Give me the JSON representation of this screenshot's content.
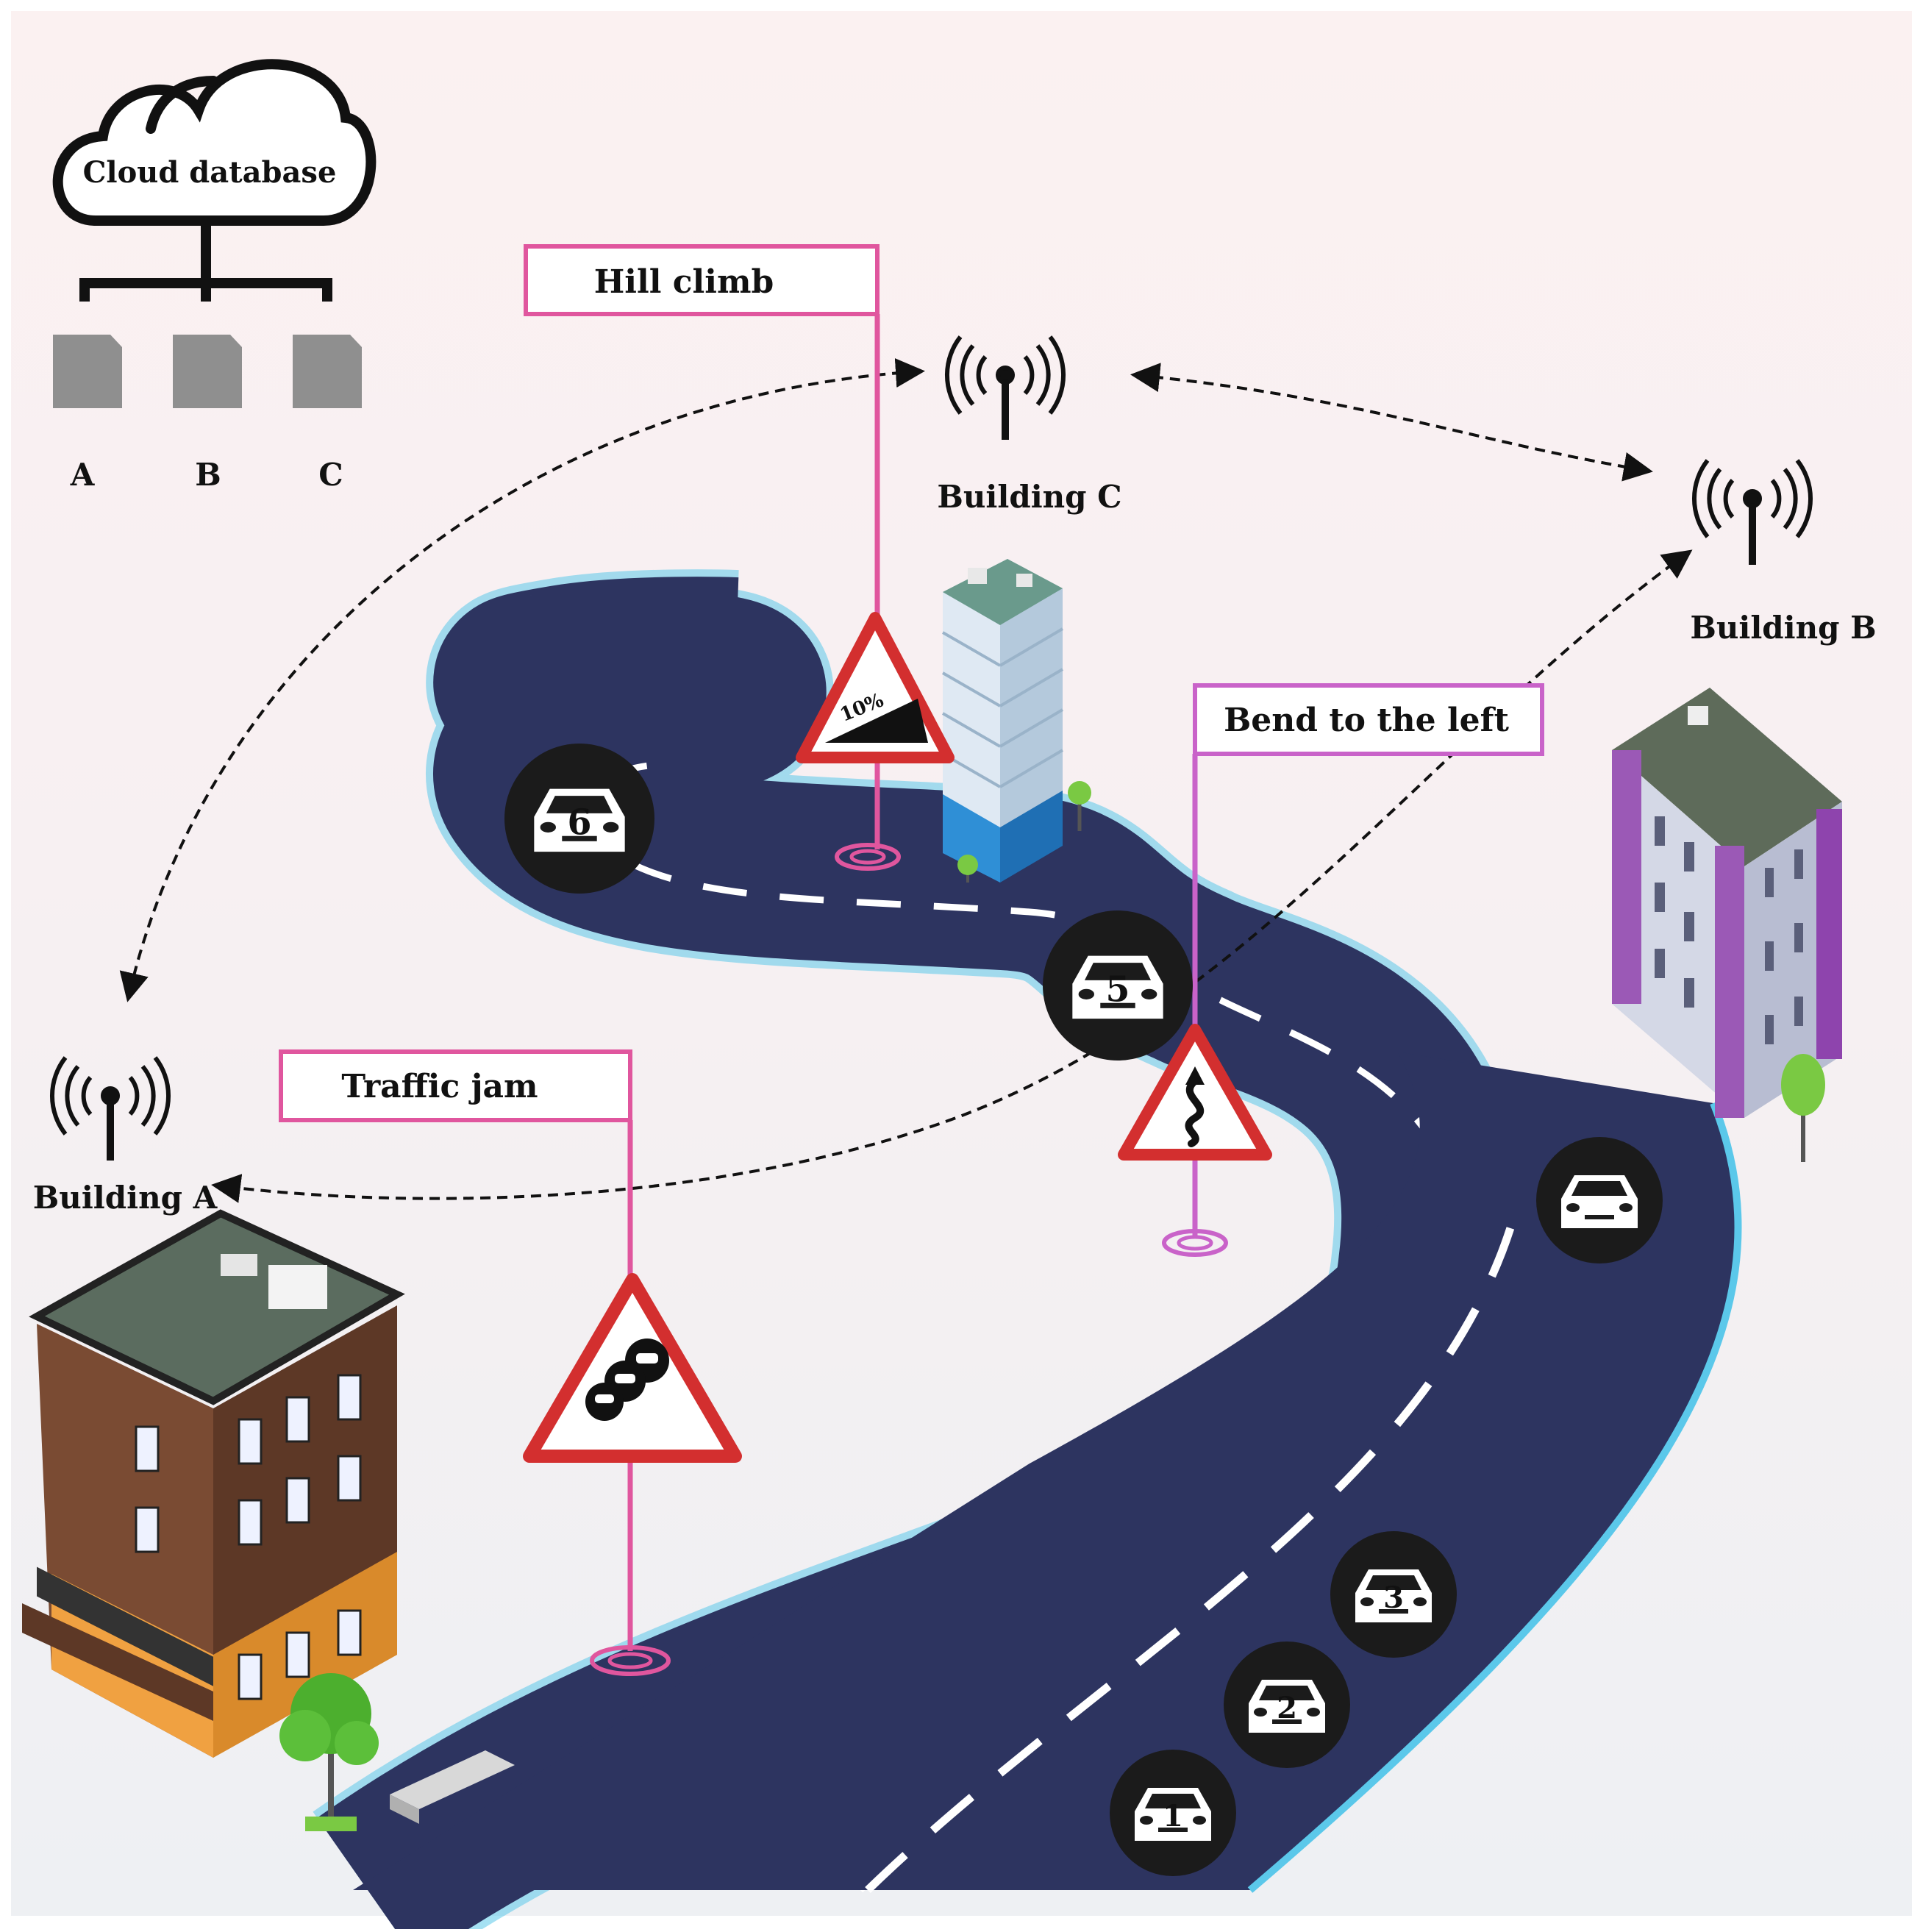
{
  "cloud": {
    "label": "Cloud database",
    "nodes": [
      "A",
      "B",
      "C"
    ]
  },
  "buildings": {
    "a_label": "Building A",
    "b_label": "Building B",
    "c_label": "Building C"
  },
  "warnings": {
    "hill_label": "Hill climb",
    "hill_grade": "10%",
    "bend_label": "Bend to the left",
    "jam_label": "Traffic jam"
  },
  "cars": [
    {
      "number": "1"
    },
    {
      "number": "2"
    },
    {
      "number": "3"
    },
    {
      "number": ""
    },
    {
      "number": "5"
    },
    {
      "number": "6"
    }
  ],
  "colors": {
    "road": "#2d3460",
    "road_edge": "#5bc8ea",
    "sign_pole": "#e0569e",
    "sign_pole_bend": "#c963c9",
    "warning_red": "#d32f2f",
    "background_top": "#fbf2f2"
  }
}
